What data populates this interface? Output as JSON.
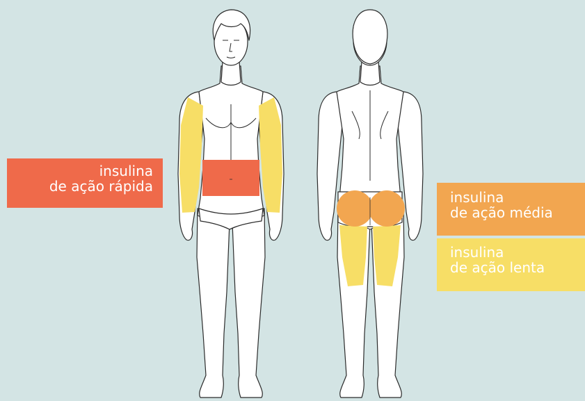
{
  "colors": {
    "background": "#d3e4e4",
    "rapid": "#ef6a4a",
    "medium": "#f2a650",
    "slow": "#f7de66",
    "outline": "#2b2b2b",
    "skin": "#ffffff"
  },
  "figures": [
    {
      "name": "front-view"
    },
    {
      "name": "back-view"
    }
  ],
  "legend": [
    {
      "id": "rapid",
      "line1": "insulina",
      "line2": "de ação rápida",
      "color_key": "rapid"
    },
    {
      "id": "medium",
      "line1": "insulina",
      "line2": "de ação média",
      "color_key": "medium"
    },
    {
      "id": "slow",
      "line1": "insulina",
      "line2": "de ação lenta",
      "color_key": "slow"
    }
  ]
}
